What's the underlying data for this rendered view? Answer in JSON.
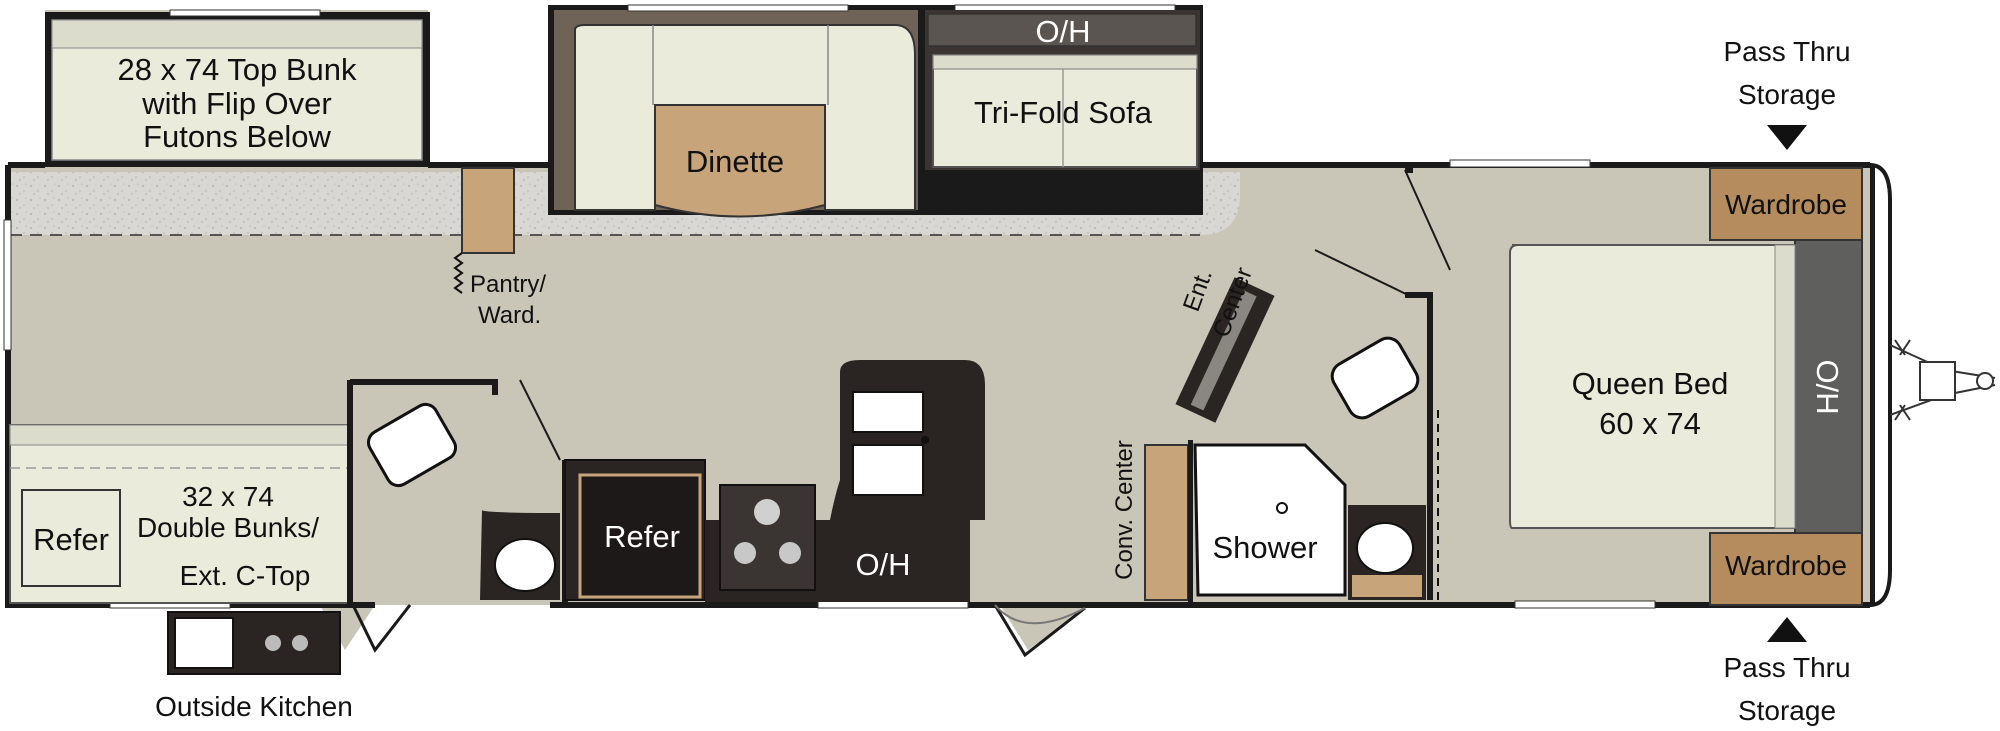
{
  "labels": {
    "top_bunk": [
      "28 x 74 Top Bunk",
      "with Flip Over",
      "Futons Below"
    ],
    "dinette": "Dinette",
    "overhead_top": "O/H",
    "trifold_sofa": "Tri-Fold Sofa",
    "pass_thru_top": [
      "Pass Thru",
      "Storage"
    ],
    "pass_thru_bottom": [
      "Pass Thru",
      "Storage"
    ],
    "wardrobe_top": "Wardrobe",
    "wardrobe_bottom": "Wardrobe",
    "queen_bed": [
      "Queen Bed",
      "60 x 74"
    ],
    "front_overhead": "H/O",
    "pantry": [
      "Pantry/",
      "Ward."
    ],
    "ent_center": [
      "Ent.",
      "Center"
    ],
    "conv_center": "Conv. Center",
    "shower": "Shower",
    "refer_main": "Refer",
    "overhead_kitchen": "O/H",
    "double_bunks": [
      "32 x 74",
      "Double Bunks/",
      "Ext. C-Top"
    ],
    "refer_bunk": "Refer",
    "outside_kitchen": "Outside Kitchen"
  },
  "colors": {
    "floor": "#c9c5b7",
    "carpet": "#d9d9d6",
    "bed": "#ebebdc",
    "wood": "#c8a47a",
    "wardrobe": "#b48c5d",
    "dark": "#2a2523",
    "wall": "#1a1a1a"
  }
}
